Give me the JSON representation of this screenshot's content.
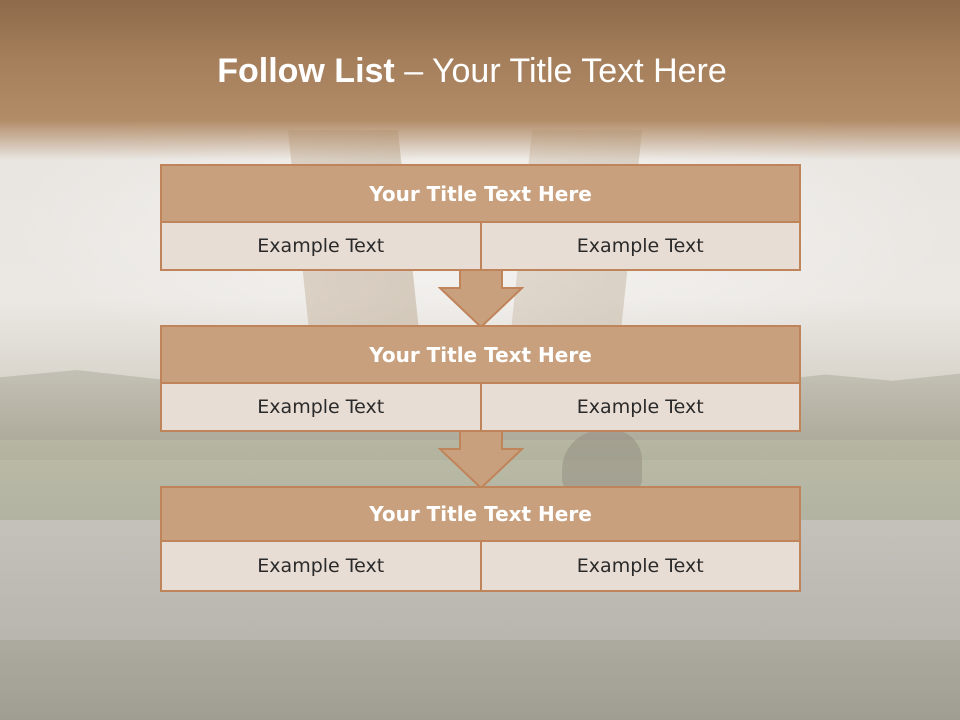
{
  "slide": {
    "title_bold": "Follow List",
    "title_rest": " – Your Title Text Here"
  },
  "steps": [
    {
      "title": "Your Title Text Here",
      "left": "Example Text",
      "right": "Example Text"
    },
    {
      "title": "Your Title Text Here",
      "left": "Example Text",
      "right": "Example Text"
    },
    {
      "title": "Your Title Text Here",
      "left": "Example Text",
      "right": "Example Text"
    }
  ],
  "colors": {
    "header_band": "#a57f5b",
    "box_title_fill": "#c8a07d",
    "box_border": "#c0845a",
    "cell_fill": "#e8ddd4",
    "arrow_fill": "#c8a07d"
  },
  "icons": [
    "down-arrow-icon",
    "down-arrow-icon"
  ]
}
